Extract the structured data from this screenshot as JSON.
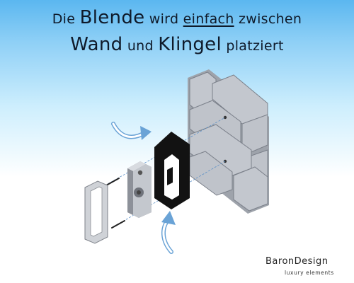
{
  "headline": {
    "line1": {
      "w1": "Die",
      "w2": "Blende",
      "w3": "wird",
      "w4": "einfach",
      "w5": "zwischen"
    },
    "line2": {
      "w1": "Wand",
      "w2": "und",
      "w3": "Klingel",
      "w4": "platziert"
    }
  },
  "brand": {
    "name": "BaronDesign",
    "tagline": "luxury elements"
  },
  "colors": {
    "accent": "#5bb7f0",
    "plate": "#111111",
    "wall": "#b8bcc4",
    "arrow": "#6aa3d6"
  },
  "illustration": {
    "parts": [
      "brick-wall",
      "black-plate",
      "doorbell",
      "doorbell-frame",
      "screws"
    ],
    "icons": [
      "curved-arrow-icon",
      "curved-arrow-icon"
    ]
  }
}
